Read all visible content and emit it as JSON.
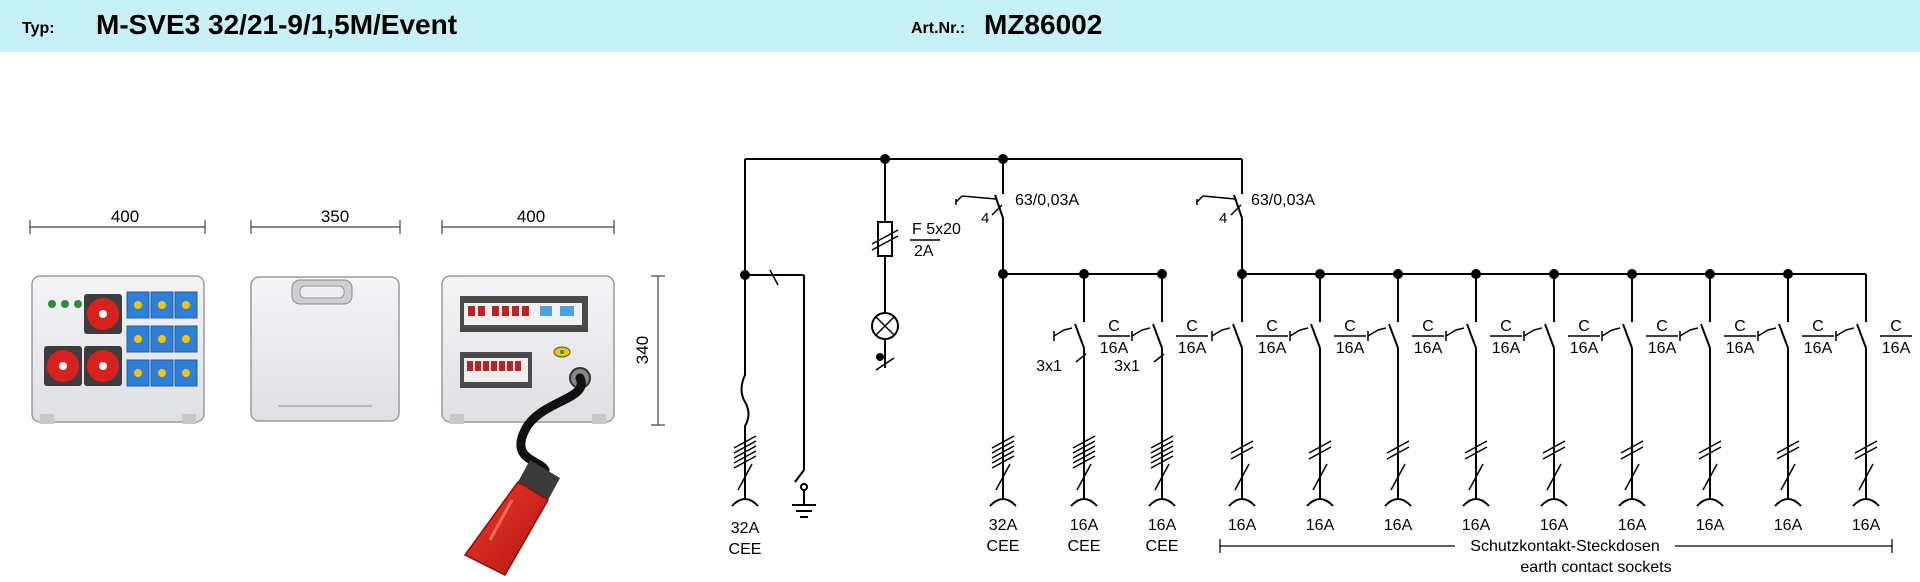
{
  "header": {
    "typ_label": "Typ:",
    "typ_value": "M-SVE3 32/21-9/1,5M/Event",
    "art_label": "Art.Nr.:",
    "art_value": "MZ86002"
  },
  "drawing": {
    "dim_front": "400",
    "dim_side": "350",
    "dim_back": "400",
    "dim_height": "340"
  },
  "schematic": {
    "rcd_rating": "63/0,03A",
    "rcd_poles": "4",
    "fuse_label": "F 5x20",
    "fuse_value": "2A",
    "breaker_type": "C",
    "breaker_current": "16A",
    "breaker_poles": "3x1",
    "inlet_rating": "32A",
    "inlet_type": "CEE",
    "out_cee32_rating": "32A",
    "out_cee32_type": "CEE",
    "out_cee16_rating": "16A",
    "out_cee16_type": "CEE",
    "schuko_rating": "16A",
    "schuko_label_de": "Schutzkontakt-Steckdosen",
    "schuko_label_en": "earth contact sockets"
  },
  "colors": {
    "header_bg": "#c8f1f6",
    "cee_red": "#d8201c",
    "socket_blue": "#2f7fd6"
  }
}
